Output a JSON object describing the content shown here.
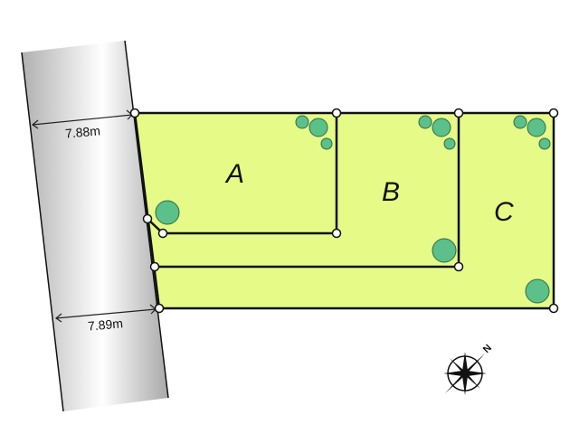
{
  "road": {
    "width_top": "7.88m",
    "width_bottom": "7.89m",
    "fill_edge": "#b8b8b8",
    "fill_center": "#ffffff"
  },
  "lots": [
    {
      "label": "A"
    },
    {
      "label": "B"
    },
    {
      "label": "C"
    }
  ],
  "colors": {
    "lot_fill": "#e6fa87",
    "boundary": "#111111",
    "tree": "#5cc08a",
    "tree_dark": "#2e8a5a"
  },
  "compass": {
    "north_label": "N",
    "icon": "compass-rose-icon"
  }
}
